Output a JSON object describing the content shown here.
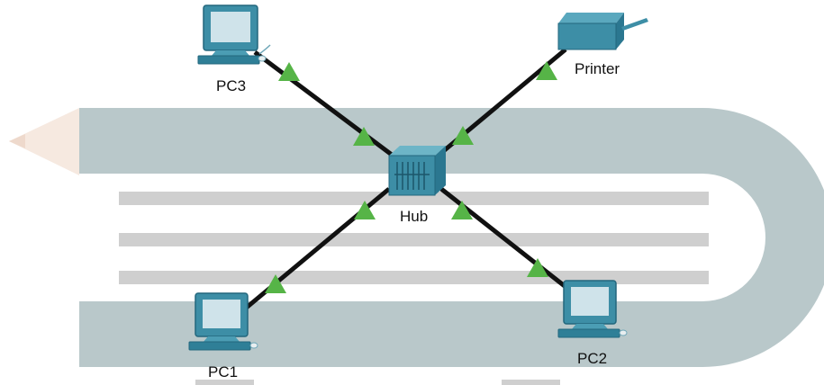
{
  "nodes": [
    {
      "id": "pc3",
      "label": "PC3",
      "type": "pc",
      "icon": "computer-icon"
    },
    {
      "id": "printer",
      "label": "Printer",
      "type": "printer",
      "icon": "printer-icon"
    },
    {
      "id": "hub",
      "label": "Hub",
      "type": "hub",
      "icon": "hub-icon"
    },
    {
      "id": "pc1",
      "label": "PC1",
      "type": "pc",
      "icon": "computer-icon"
    },
    {
      "id": "pc2",
      "label": "PC2",
      "type": "pc",
      "icon": "computer-icon"
    }
  ],
  "links": [
    {
      "from": "pc3",
      "to": "hub",
      "status": "up"
    },
    {
      "from": "printer",
      "to": "hub",
      "status": "up"
    },
    {
      "from": "pc1",
      "to": "hub",
      "status": "up"
    },
    {
      "from": "pc2",
      "to": "hub",
      "status": "up"
    }
  ],
  "colors": {
    "background": "#ffffff",
    "band": "#b9c8ca",
    "stripe": "#cfcfcf",
    "cable": "#111111",
    "link_up": "#56b447",
    "device": "#3d8ea6",
    "device_dark": "#23677d",
    "screen": "#cfe3ea"
  }
}
